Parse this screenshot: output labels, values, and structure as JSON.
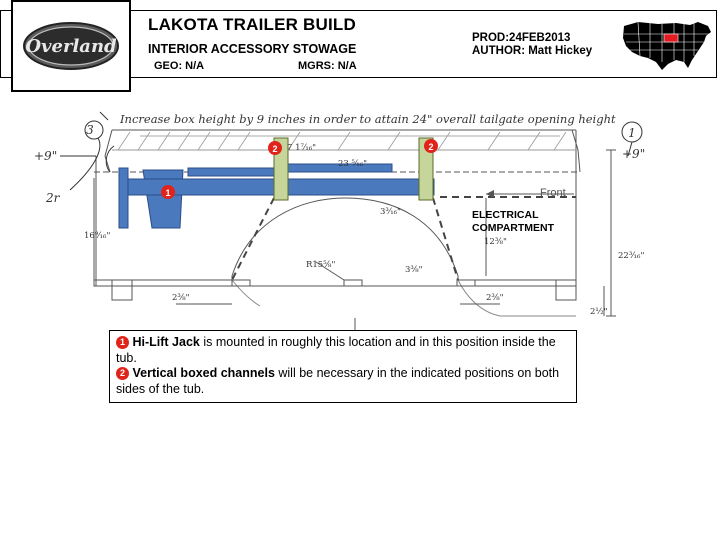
{
  "header": {
    "title": "LAKOTA TRAILER BUILD",
    "subtitle": "INTERIOR ACCESSORY STOWAGE",
    "geo": "GEO: N/A",
    "mgrs": "MGRS: N/A",
    "prod": "PROD:24FEB2013",
    "author": "AUTHOR: Matt Hickey",
    "logo_text": "Overland"
  },
  "drawing": {
    "handwritten_note": "Increase box height by 9 inches in order to attain 24\" overall tailgate opening height",
    "plus_nine_left": "+9\"",
    "plus_nine_right": "+9\"",
    "circle_left": "3",
    "circle_right": "1",
    "two_r": "2r",
    "front_label": "Front",
    "electrical_line1": "ELECTRICAL",
    "electrical_line2": "COMPARTMENT",
    "dims": {
      "d_7_17": "7 1⁷⁄₁₆\"",
      "d_23": "23 ⁵⁄₁₆\"",
      "d_3_3_16": "3³⁄₁₆\"",
      "d_16_9": "16⁹⁄₁₆\"",
      "d_12_3": "12³⁄₈\"",
      "d_22_3": "22³⁄₁₆\"",
      "d_r15": "R15⁵⁄₈\"",
      "d_3_3_8": "3³⁄₈\"",
      "d_2_3_left": "2³⁄₈\"",
      "d_2_3_right": "2³⁄₈\"",
      "d_2_1_2": "2¹⁄₂\""
    },
    "marker_1": "1",
    "marker_2a": "2",
    "marker_2b": "2"
  },
  "notes": {
    "item1_num": "1",
    "item1_bold": "Hi-Lift Jack",
    "item1_text": " is mounted in roughly this location and in this position inside the tub.",
    "item2_num": "2",
    "item2_bold": "Vertical boxed channels",
    "item2_text": " will be necessary in the indicated positions on both sides of the tub."
  },
  "colors": {
    "jack_blue": "#4a79bd",
    "channel_green": "#c6d69a",
    "marker_red": "#e0241b",
    "highlight_state": "#e31b23"
  },
  "icons": {
    "logo": "overland-logo",
    "map": "us-map-nebraska-highlight"
  }
}
